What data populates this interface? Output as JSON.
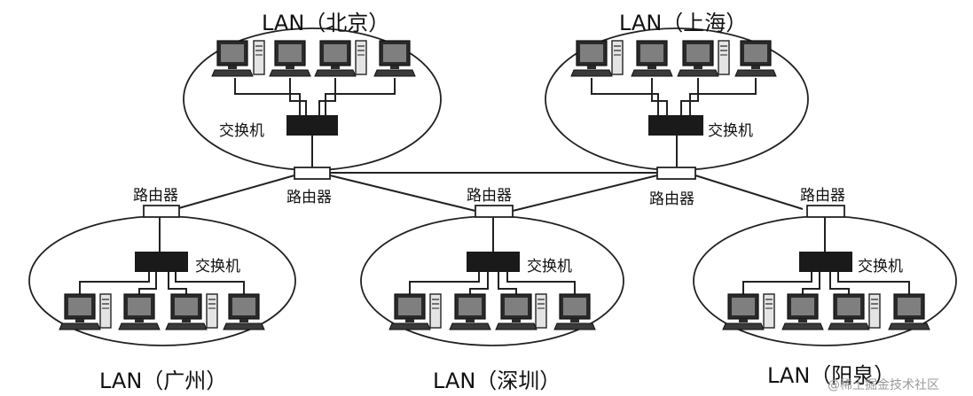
{
  "labels": {
    "switch": "交换机",
    "router": "路由器"
  },
  "lans": {
    "beijing": "LAN（北京）",
    "shanghai": "LAN（上海）",
    "guangzhou": "LAN（广州）",
    "shenzhen": "LAN（深圳）",
    "yangquan": "LAN（阳泉）"
  },
  "watermark": "@稀土掘金技术社区",
  "colors": {
    "ink": "#111111",
    "switch": "#1a1a1a",
    "line": "#222222"
  }
}
